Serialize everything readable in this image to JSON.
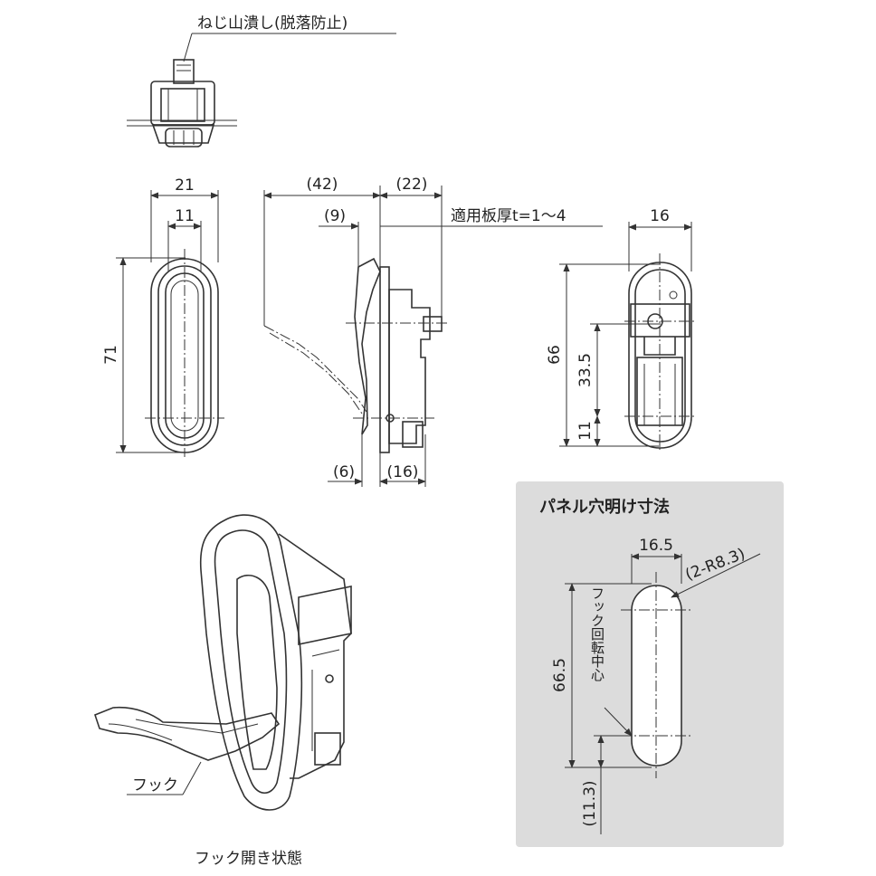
{
  "labels": {
    "screw_note": "ねじ山潰し(脱落防止)",
    "plate_thickness": "適用板厚t=1～4",
    "panel_cutout_title": "パネル穴明け寸法",
    "hook": "フック",
    "hook_open_state": "フック開き状態",
    "hook_rotation_center": "フック回転中心"
  },
  "dimensions": {
    "front_width": "21",
    "front_inner_width": "11",
    "front_height": "71",
    "side_depth_top": "(42)",
    "side_body_top": "(22)",
    "side_inner_top": "(9)",
    "side_bottom_left": "(6)",
    "side_bottom_right": "(16)",
    "rear_width": "16",
    "rear_height": "66",
    "rear_mid": "33.5",
    "rear_low": "11",
    "cutout_width": "16.5",
    "cutout_radius": "(2-R8.3)",
    "cutout_height": "66.5",
    "cutout_offset": "(11.3)"
  },
  "colors": {
    "line": "#333333",
    "panel_bg": "#dcdcdc",
    "text": "#222222"
  }
}
